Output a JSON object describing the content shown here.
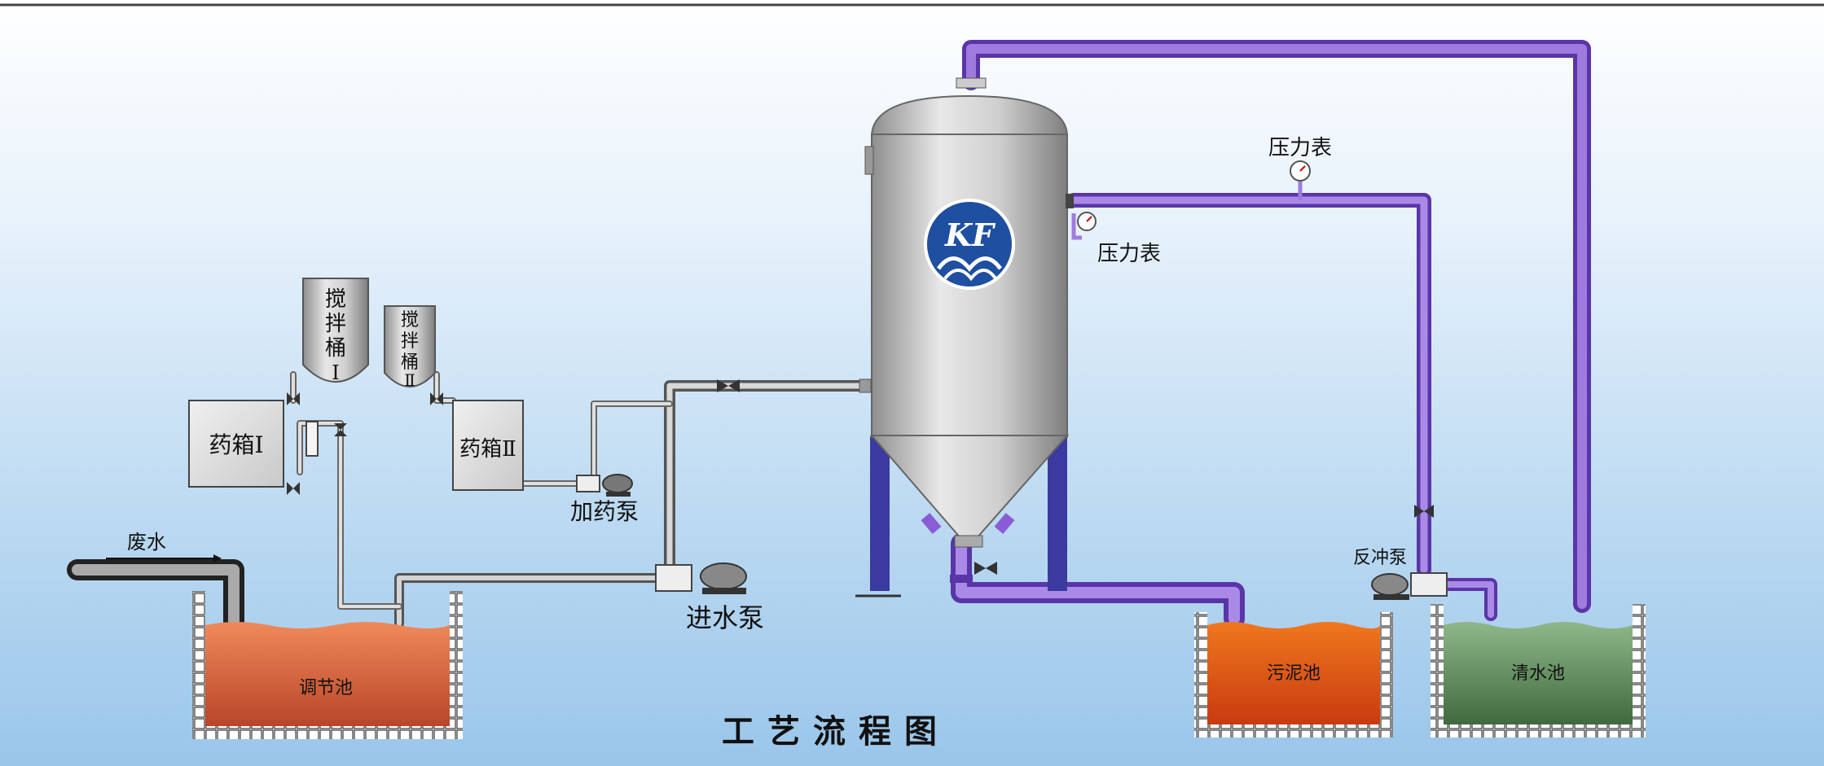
{
  "labels": {
    "waste_water": "废水",
    "regulating_tank": "调节池",
    "chem_box_1": "药箱Ⅰ",
    "chem_box_2": "药箱Ⅱ",
    "mixer_1_line1": "搅",
    "mixer_1_line2": "拌",
    "mixer_1_line3": "桶",
    "mixer_1_line4": "Ⅰ",
    "mixer_2_line1": "搅",
    "mixer_2_line2": "拌",
    "mixer_2_line3": "桶",
    "mixer_2_line4": "Ⅱ",
    "dosing_pump": "加药泵",
    "inlet_pump": "进水泵",
    "pressure_gauge_top": "压力表",
    "pressure_gauge_side": "压力表",
    "backwash_pump": "反冲泵",
    "sludge_tank": "污泥池",
    "clear_water_tank": "清水池",
    "diagram_title": "工艺流程图",
    "logo_text": "KF"
  },
  "colors": {
    "purple_pipe": "#8a5cd6",
    "grey_pipe": "#b8b8b8",
    "vessel": "#c4c4c4",
    "legs": "#3a3aa0",
    "red_water": "#c94a2a",
    "green_water": "#4f7d4f",
    "logo_blue": "#1e4fa0"
  }
}
